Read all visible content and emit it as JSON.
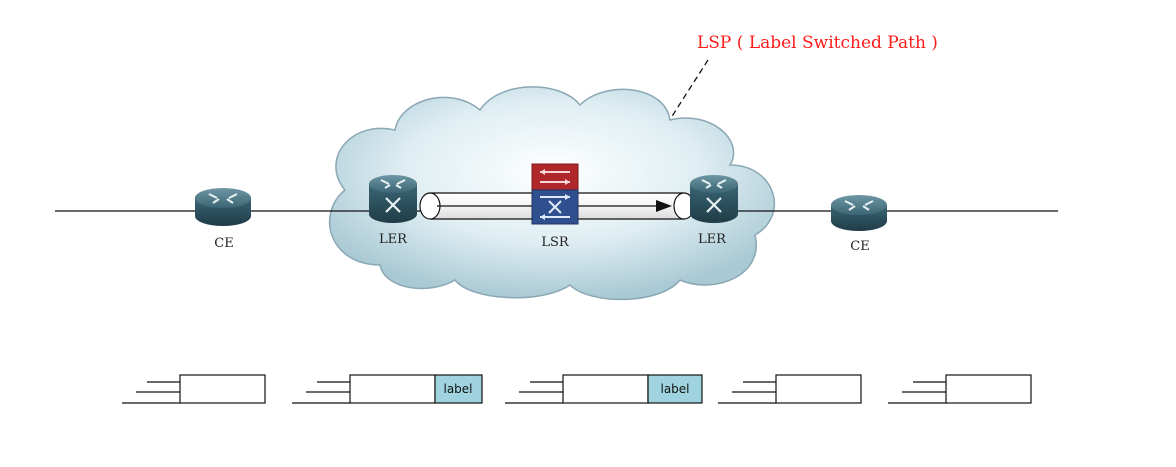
{
  "colors": {
    "lsp_title": "#ff1a1a",
    "cloud_fill": "#cfe3ea",
    "cloud_stroke": "#8aa8b4",
    "router_body": "#3b6574",
    "lsr_top": "#b0272b",
    "lsr_bottom": "#2f4f8e",
    "label_fill": "#9fd3df"
  },
  "title": {
    "lsp": "LSP ( Label Switched Path )"
  },
  "nodes": {
    "ce_left": {
      "label": "CE",
      "icon": "router-icon"
    },
    "ler_left": {
      "label": "LER",
      "icon": "router-icon"
    },
    "lsr": {
      "label": "LSR",
      "icon": "switch-icon"
    },
    "ler_right": {
      "label": "LER",
      "icon": "router-icon"
    },
    "ce_right": {
      "label": "CE",
      "icon": "router-icon"
    }
  },
  "packets": [
    {
      "label": ""
    },
    {
      "label": "label"
    },
    {
      "label": "label"
    },
    {
      "label": ""
    },
    {
      "label": ""
    }
  ]
}
